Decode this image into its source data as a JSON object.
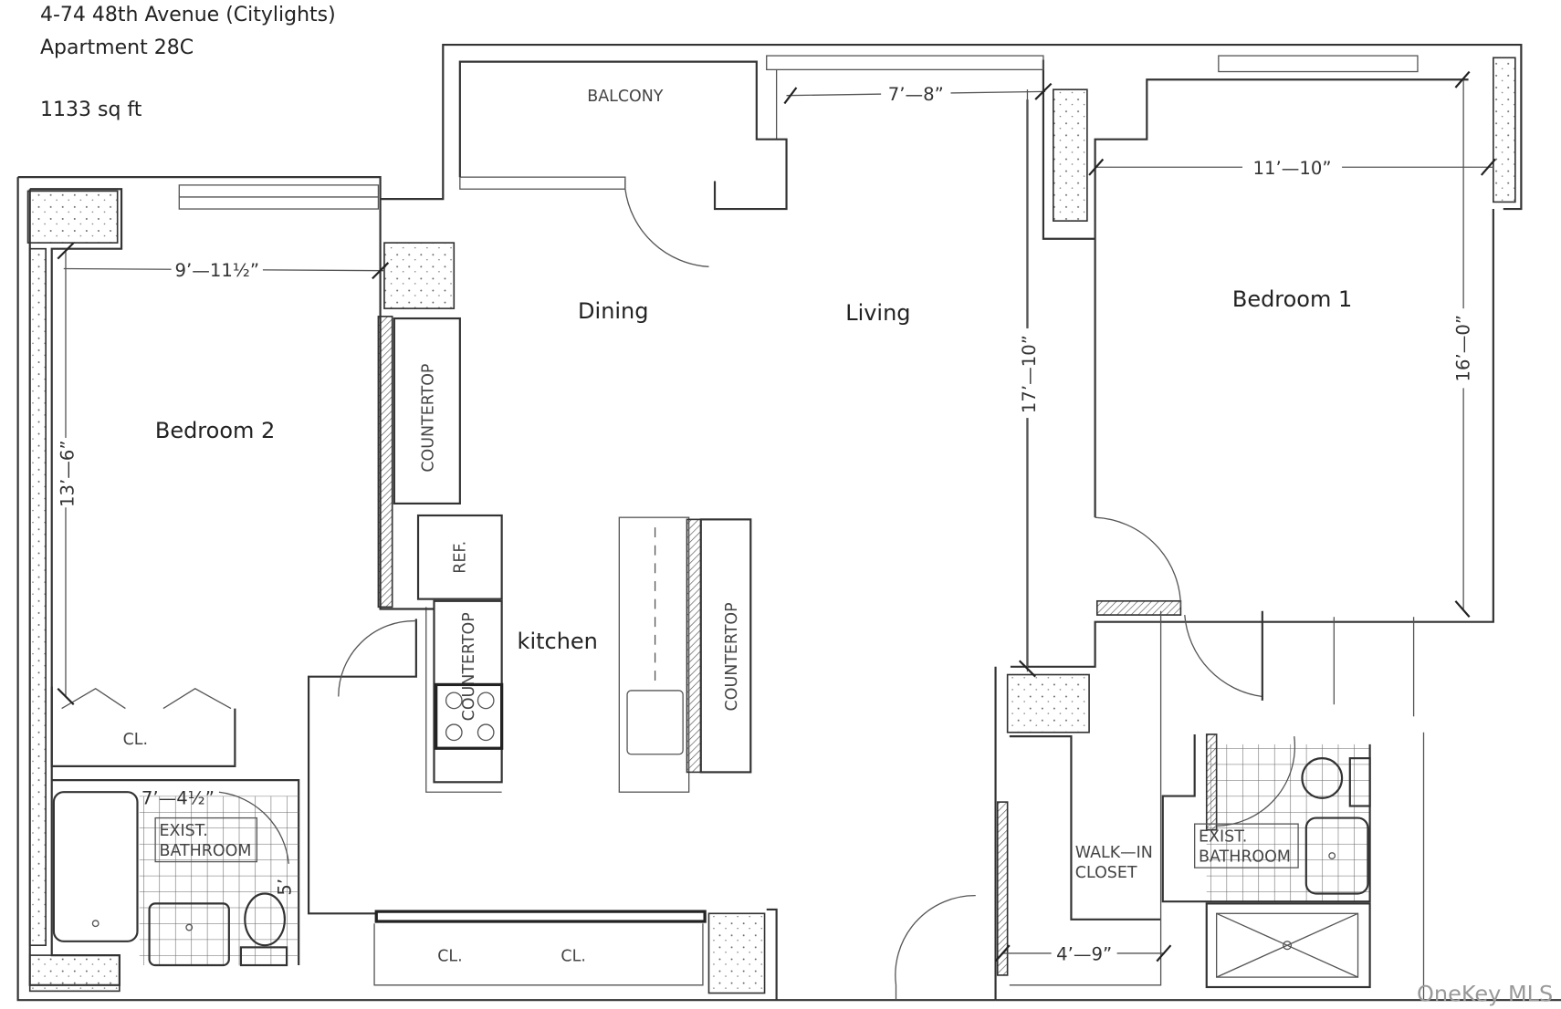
{
  "header": {
    "address": "4-74 48th Avenue (Citylights)",
    "unit": "Apartment 28C",
    "area": "1133 sq ft"
  },
  "rooms": {
    "balcony": "BALCONY",
    "dining": "Dining",
    "living": "Living",
    "bedroom1": "Bedroom 1",
    "bedroom2": "Bedroom 2",
    "kitchen": "kitchen",
    "closet": "CL.",
    "walk_in_closet_1": "WALK—IN",
    "walk_in_closet_2": "CLOSET",
    "bath_1": "EXIST.",
    "bath_2": "BATHROOM",
    "countertop": "COUNTERTOP",
    "ref": "REF."
  },
  "dimensions": {
    "balcony_width": "7’—8”",
    "bedroom1_width": "11’—10”",
    "bedroom1_depth": "16’—0”",
    "living_depth": "17’—10”",
    "bedroom2_width": "9’—11½”",
    "bedroom2_depth": "13’—6”",
    "bath2_width": "7’—4½”",
    "closet_width": "4’—9”",
    "bath2_depth": "5’"
  },
  "watermark": "OneKey MLS"
}
